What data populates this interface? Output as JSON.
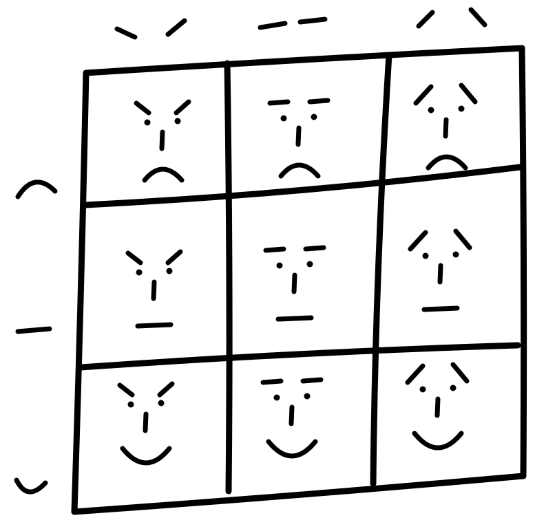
{
  "diagram": {
    "ink_color": "#000000",
    "background": "#ffffff",
    "grid": {
      "rows": 3,
      "columns": 3
    },
    "column_headers": [
      {
        "eyebrows": "angry",
        "icon": "angry-eyebrows-icon"
      },
      {
        "eyebrows": "neutral",
        "icon": "neutral-eyebrows-icon"
      },
      {
        "eyebrows": "raised",
        "icon": "raised-eyebrows-icon"
      }
    ],
    "row_headers": [
      {
        "mouth": "frown",
        "icon": "frown-mouth-icon"
      },
      {
        "mouth": "neutral",
        "icon": "neutral-mouth-icon"
      },
      {
        "mouth": "smile",
        "icon": "smile-mouth-icon"
      }
    ],
    "faces": [
      {
        "eyebrows": "angry",
        "mouth": "frown"
      },
      {
        "eyebrows": "neutral",
        "mouth": "frown"
      },
      {
        "eyebrows": "raised",
        "mouth": "frown"
      },
      {
        "eyebrows": "angry",
        "mouth": "neutral"
      },
      {
        "eyebrows": "neutral",
        "mouth": "neutral"
      },
      {
        "eyebrows": "raised",
        "mouth": "neutral"
      },
      {
        "eyebrows": "angry",
        "mouth": "smile"
      },
      {
        "eyebrows": "neutral",
        "mouth": "smile"
      },
      {
        "eyebrows": "raised",
        "mouth": "smile"
      }
    ]
  }
}
